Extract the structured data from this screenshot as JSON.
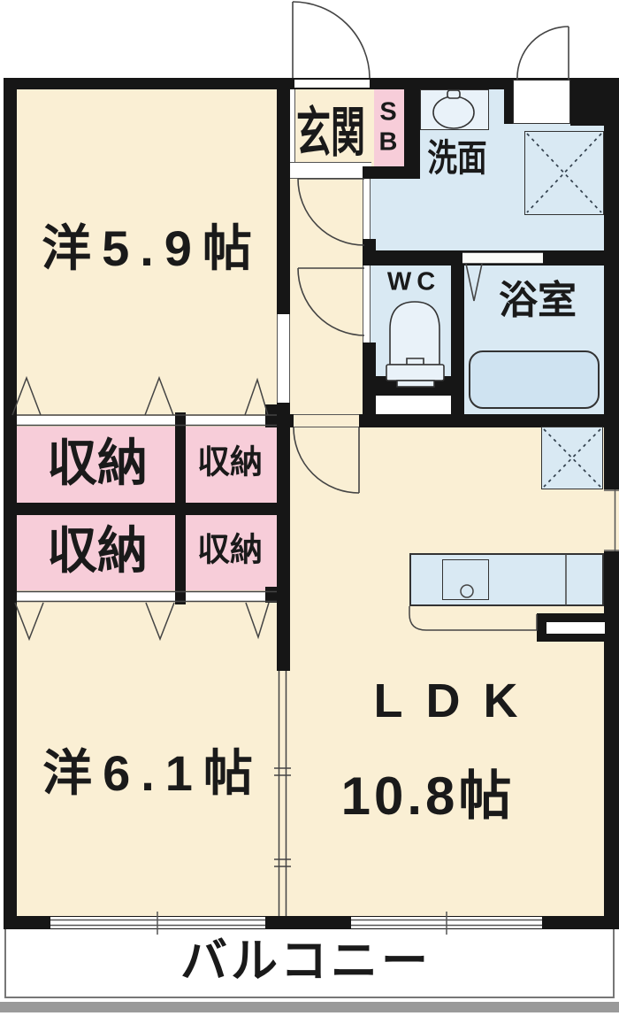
{
  "plan": {
    "rooms": {
      "west59": "洋5.9帖",
      "west61": "洋6.1帖",
      "ldk": "LDK",
      "ldk_size": "10.8帖",
      "genkan": "玄関",
      "sb_top": "S",
      "sb_bottom": "B",
      "senmen": "洗面",
      "wc": "WC",
      "bath": "浴室",
      "balcony": "バルコニー"
    },
    "closets": [
      "収納",
      "収納",
      "収納",
      "収納"
    ],
    "colors": {
      "wall": "#161616",
      "room_cream": "#faefd4",
      "closet_pink": "#f7cdd9",
      "wet_blue": "#d9e9f3",
      "fixture_blue": "#e9f2f9"
    }
  }
}
